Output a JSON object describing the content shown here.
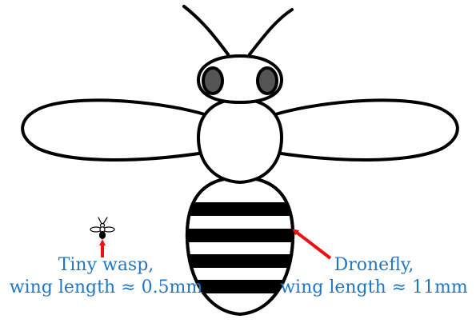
{
  "colors": {
    "text": "#1f77c4",
    "arrow": "#ee1111",
    "outline": "#000000",
    "eye": "#555555",
    "body": "#ffffff"
  },
  "wasp_label": {
    "line1": "Tiny wasp,",
    "line2": "wing length ≈ 0.5mm"
  },
  "dronefly_label": {
    "line1": "Dronefly,",
    "line2": "wing length ≈ 11mm"
  }
}
